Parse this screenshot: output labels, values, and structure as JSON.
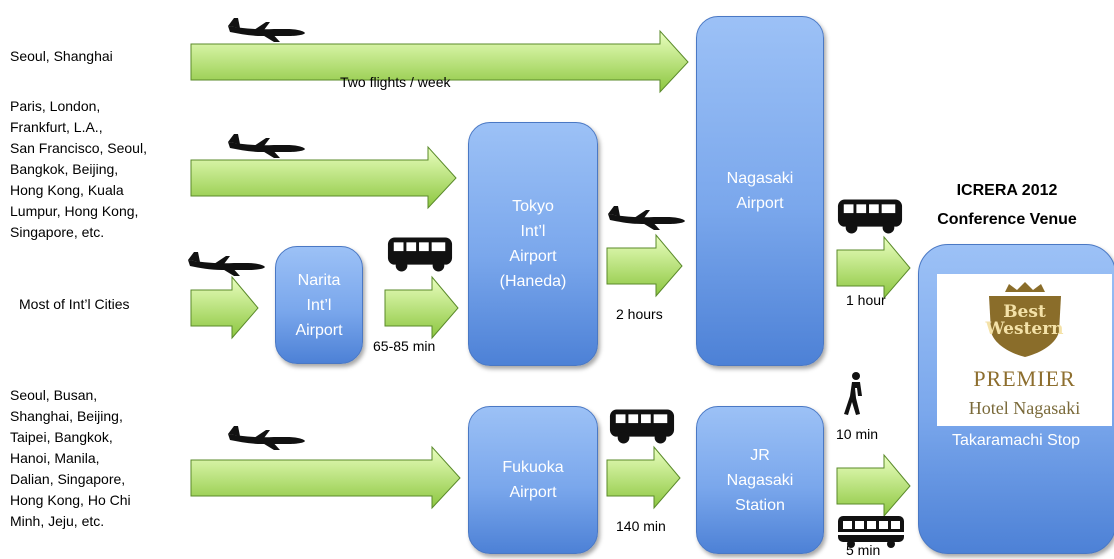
{
  "origins": {
    "seoul_shanghai": "Seoul, Shanghai",
    "europe_us": "Paris, London,\nFrankfurt, L.A.,\nSan Francisco, Seoul,\nBangkok, Beijing,\nHong Kong, Kuala\nLumpur, Hong Kong,\nSingapore, etc.",
    "intl_cities": "Most of Int’l Cities",
    "asia": "Seoul, Busan,\nShanghai, Beijing,\nTaipei, Bangkok,\nHanoi, Manila,\nDalian, Singapore,\nHong Kong, Ho Chi\nMinh, Jeju, etc."
  },
  "nodes": {
    "narita": "Narita\nInt’l\nAirport",
    "haneda": "Tokyo\nInt’l\nAirport\n(Haneda)",
    "nagasaki_airport": "Nagasaki\nAirport",
    "fukuoka": "Fukuoka\nAirport",
    "jr_station": "JR\nNagasaki\nStation"
  },
  "venue": {
    "title": "ICRERA 2012\nConference Venue",
    "logo_best_western": "Best\nWestern",
    "logo_premier": "PREMIER",
    "logo_hotel": "Hotel Nagasaki",
    "stop": "Takaramachi Stop"
  },
  "durations": {
    "flights_per_week": "Two flights / week",
    "narita_to_haneda": "65-85 min",
    "haneda_to_nagasaki": "2 hours",
    "nagasaki_to_venue": "1 hour",
    "fukuoka_to_jr": "140 min",
    "walk": "10 min",
    "tram": "5 min"
  },
  "icons": [
    "airplane-icon",
    "bus-icon",
    "walking-person-icon",
    "tram-icon"
  ],
  "colors": {
    "arrow_light": "#eaffc0",
    "arrow_dark": "#8cc63f",
    "arrow_border": "#5a8a2a",
    "box_top": "#9cc1f6",
    "box_bottom": "#4d81d6"
  }
}
